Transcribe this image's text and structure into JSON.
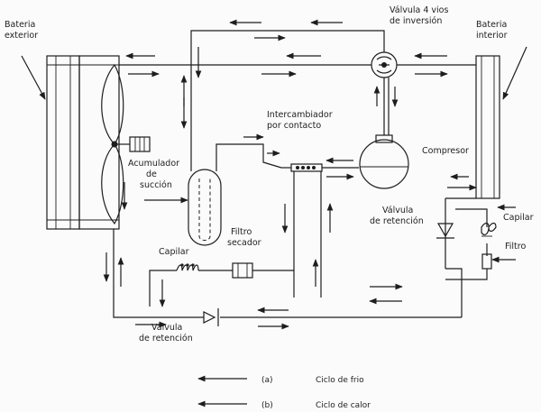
{
  "labels": {
    "bateria_exterior": [
      "Bateria",
      "exterior"
    ],
    "bateria_interior": [
      "Bateria",
      "interior"
    ],
    "valvula_4_vias": [
      "Válvula 4 vios",
      "de inversión"
    ],
    "intercambiador": [
      "Intercambiador",
      "por contacto"
    ],
    "compresor": "Compresor",
    "acumulador": [
      "Acumulador",
      "de",
      "succión"
    ],
    "valvula_retencion_right": [
      "Válvula",
      "de retención"
    ],
    "capilar_right": "Capilar",
    "filtro_right": "Filtro",
    "filtro_secador": [
      "Filtro",
      "secador"
    ],
    "capilar_left": "Capilar",
    "valvula_retencion_bottom": [
      "Válvula",
      "de retención"
    ]
  },
  "legend": [
    {
      "key": "(a)",
      "text": "Ciclo de frio"
    },
    {
      "key": "(b)",
      "text": "Ciclo de calor"
    }
  ],
  "colors": {
    "ink": "#1d1d1d",
    "paper": "#fbfbfb"
  }
}
